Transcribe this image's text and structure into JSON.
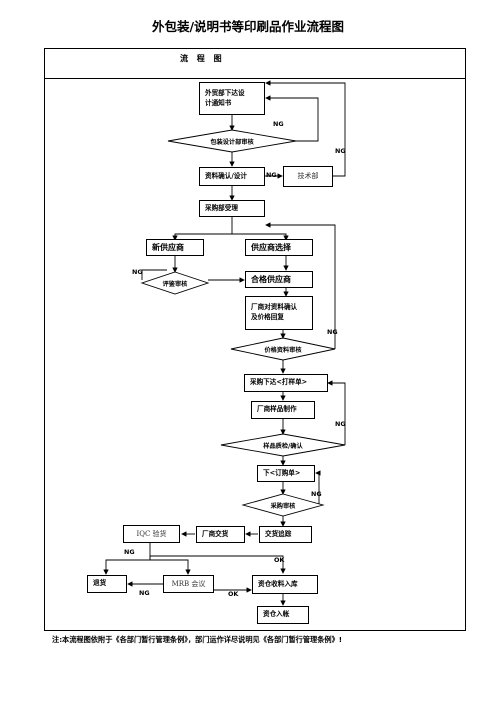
{
  "title": "外包装/说明书等印刷品作业流程图",
  "header": "流 程 图",
  "note": "注:本流程图依附于《各部门暂行管理条例》，部门运作详尽说明见《各部门暂行管理条例》!",
  "nodes": {
    "n1_l1": "外贸部下达设",
    "n1_l2": "计通知书",
    "d1": "包装设计部审核",
    "n2": "资料确认/设计",
    "n3": "技术部",
    "n4": "采购部受理",
    "n5": "新供应商",
    "n6": "供应商选择",
    "d2": "评鉴审核",
    "n7": "合格供应商",
    "n8_l1": "厂商对资料确认",
    "n8_l2": "及价格回复",
    "d3": "价格资料审核",
    "n9": "采购下达<打样单>",
    "n10": "厂商样品制作",
    "d4": "样品质检/确认",
    "n11": "下<订购单>",
    "d5": "采购审核",
    "n12": "交货追踪",
    "n13": "厂商交货",
    "n14": "IQC 验货",
    "n15": "退货",
    "n16": "MRB 会议",
    "n17": "资仓收料入库",
    "n18": "资仓入帐"
  },
  "tags": {
    "ng1": "NG",
    "ng2": "NG",
    "ng3": "NG",
    "ng4": "NG",
    "ng5": "NG",
    "ng6": "NG",
    "ng7": "NG",
    "ng8": "NG",
    "ng9": "NG",
    "ok1": "OK",
    "ok2": "OK"
  }
}
